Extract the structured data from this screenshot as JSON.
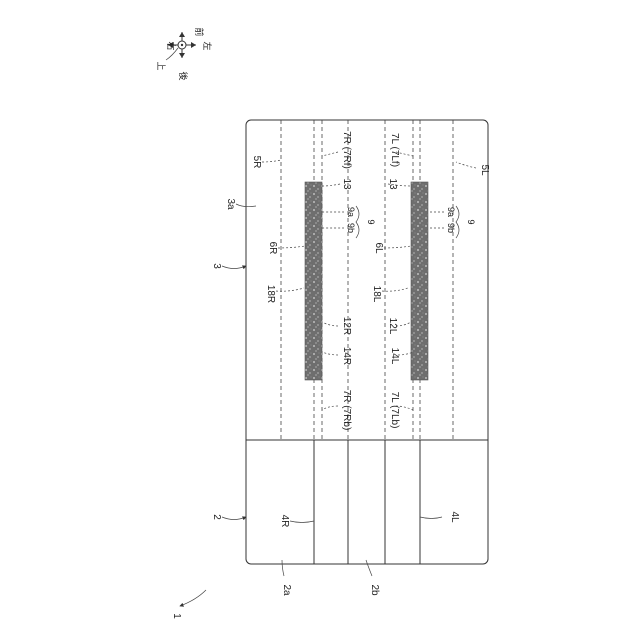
{
  "compass": {
    "front": "前",
    "right": "右",
    "left": "左",
    "up": "上",
    "back": "後"
  },
  "labels": {
    "fig_ref": "1",
    "unit_2": "2",
    "unit_2a": "2a",
    "unit_2b": "2b",
    "unit_3": "3",
    "unit_3a": "3a",
    "ref_4R": "4R",
    "ref_4L": "4L",
    "ref_5R": "5R",
    "ref_5L": "5L",
    "ref_6R": "6R",
    "ref_6L": "6L",
    "ref_7Rf": "7R (7Rf)",
    "ref_7Rb": "7R (7Rb)",
    "ref_7Lf": "7L (7Lf)",
    "ref_7Lb": "7L (7Lb)",
    "ref_13_r": "13",
    "ref_13_l": "13",
    "ref_9a_r": "9a",
    "ref_9b_r": "9b",
    "ref_9_r": "9",
    "ref_9a_l": "9a",
    "ref_9b_l": "9b",
    "ref_9_l": "9",
    "ref_18R": "18R",
    "ref_18L": "18L",
    "ref_12R": "12R",
    "ref_12L": "12L",
    "ref_14R": "14R",
    "ref_14L": "14L"
  }
}
